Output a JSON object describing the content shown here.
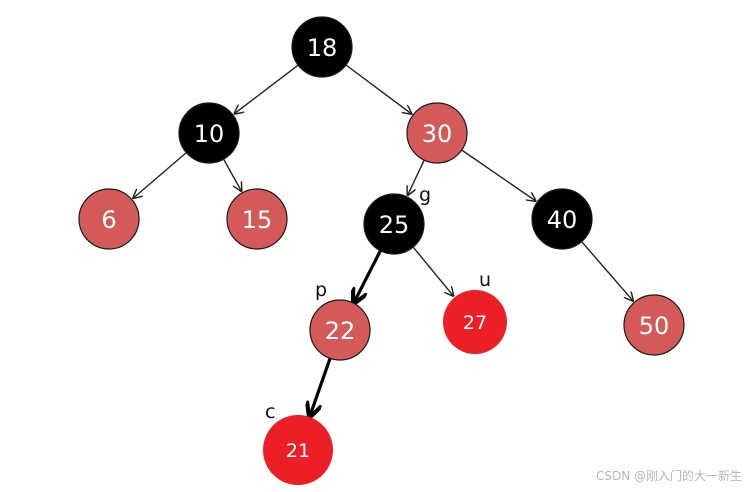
{
  "nodes": [
    {
      "id": "n18",
      "label": "18",
      "color": "#000000"
    },
    {
      "id": "n10",
      "label": "10",
      "color": "#000000"
    },
    {
      "id": "n30",
      "label": "30",
      "color": "#d45a5a"
    },
    {
      "id": "n6",
      "label": "6",
      "color": "#d45a5a"
    },
    {
      "id": "n15",
      "label": "15",
      "color": "#d45a5a"
    },
    {
      "id": "n25",
      "label": "25",
      "color": "#000000"
    },
    {
      "id": "n40",
      "label": "40",
      "color": "#000000"
    },
    {
      "id": "n22",
      "label": "22",
      "color": "#d45a5a"
    },
    {
      "id": "n27",
      "label": "27",
      "color": "#ec1f27"
    },
    {
      "id": "n50",
      "label": "50",
      "color": "#d45a5a"
    },
    {
      "id": "n21",
      "label": "21",
      "color": "#ec1f27"
    }
  ],
  "edges": [
    {
      "from": "n18",
      "to": "n10",
      "style": "thin"
    },
    {
      "from": "n18",
      "to": "n30",
      "style": "thin"
    },
    {
      "from": "n10",
      "to": "n6",
      "style": "thin"
    },
    {
      "from": "n10",
      "to": "n15",
      "style": "thin"
    },
    {
      "from": "n30",
      "to": "n25",
      "style": "thin"
    },
    {
      "from": "n30",
      "to": "n40",
      "style": "thin"
    },
    {
      "from": "n25",
      "to": "n22",
      "style": "thick"
    },
    {
      "from": "n25",
      "to": "n27",
      "style": "thin"
    },
    {
      "from": "n40",
      "to": "n50",
      "style": "thin"
    },
    {
      "from": "n22",
      "to": "n21",
      "style": "thick"
    }
  ],
  "annotations": [
    {
      "id": "g",
      "text": "g",
      "node": "n25"
    },
    {
      "id": "p",
      "text": "p",
      "node": "n22"
    },
    {
      "id": "u",
      "text": "u",
      "node": "n27"
    },
    {
      "id": "c",
      "text": "c",
      "node": "n21"
    }
  ],
  "watermark": "CSDN @刚入门的大一新生"
}
